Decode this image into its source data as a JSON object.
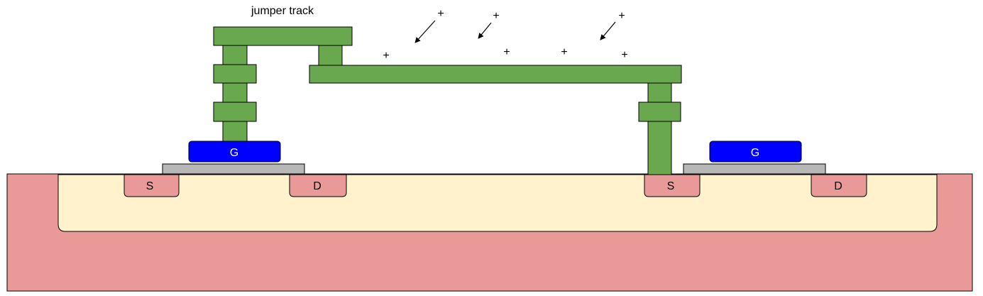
{
  "labels": {
    "jumper": "jumper track",
    "gate_left": "G",
    "gate_right": "G",
    "source_left": "S",
    "drain_left": "D",
    "source_right": "S",
    "drain_right": "D"
  },
  "charges": [
    "+",
    "+",
    "+",
    "+",
    "+",
    "+",
    "+"
  ],
  "colors": {
    "substrate": "#ea9999",
    "well": "#fff2cc",
    "diffusion": "#ea9999",
    "oxide": "#b7b7b7",
    "gate": "#0000ff",
    "metal": "#6aa84f",
    "outline": "#000000"
  }
}
